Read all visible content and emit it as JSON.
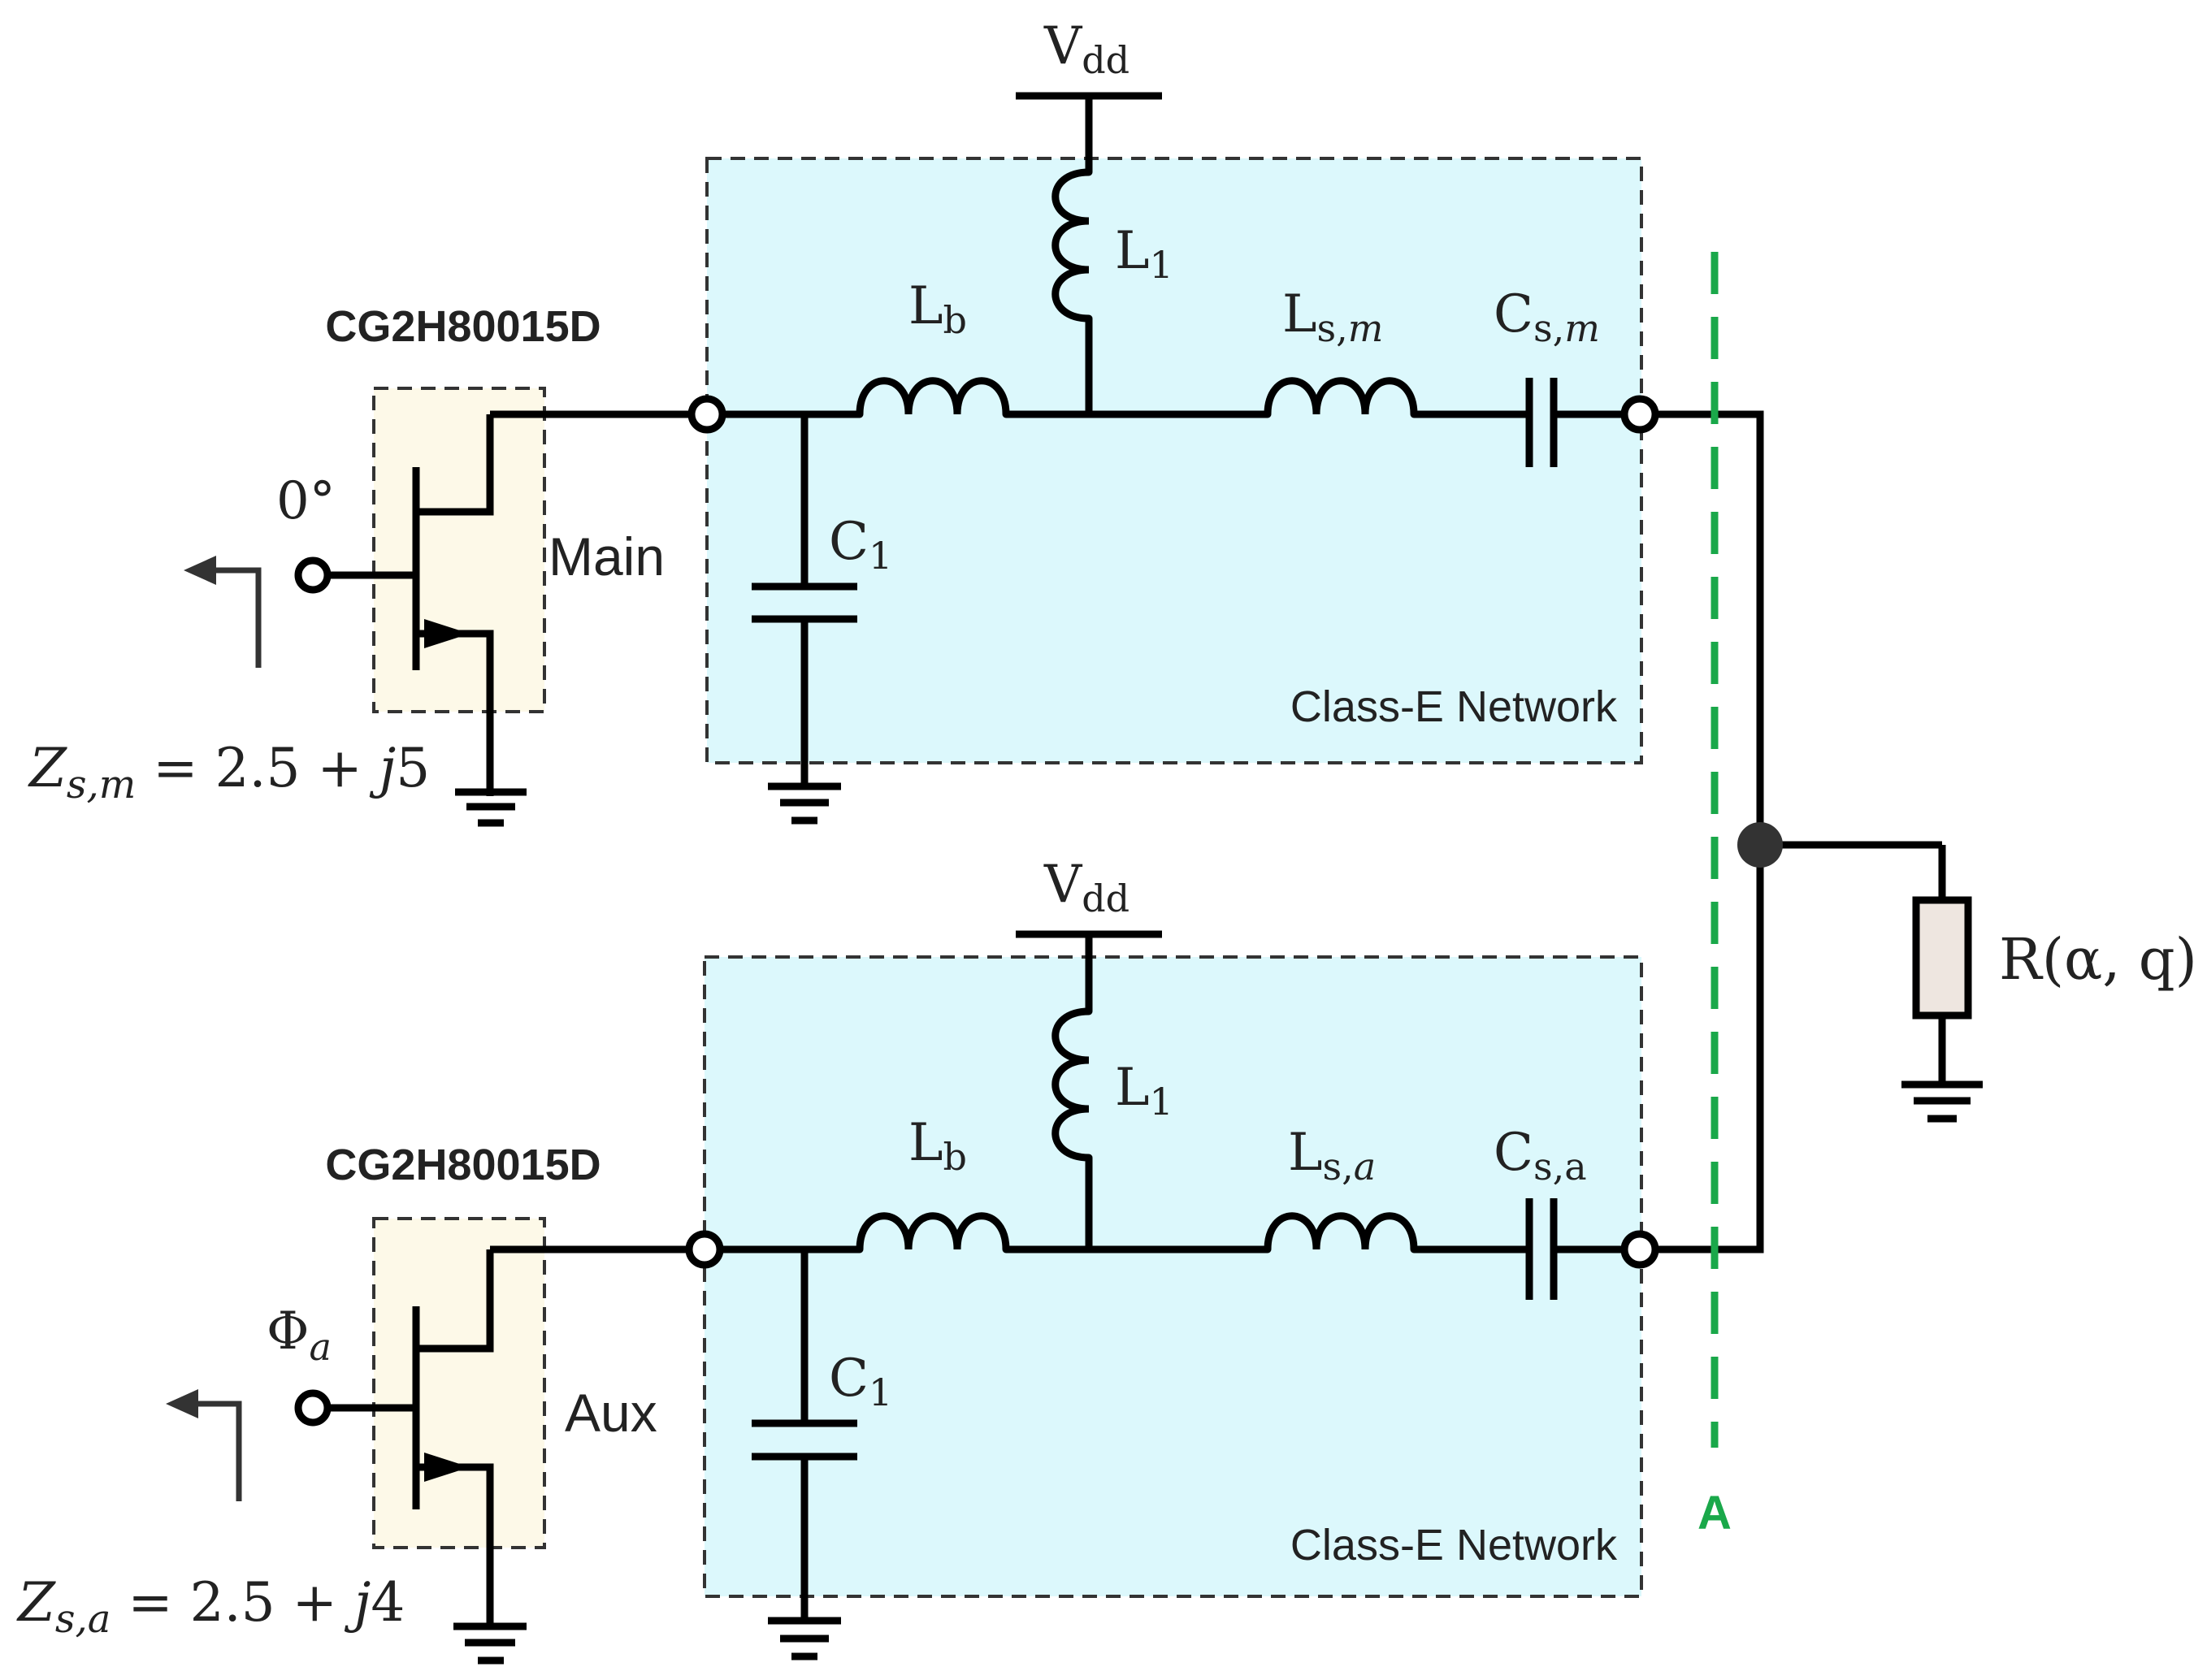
{
  "colors": {
    "network_fill": "#dcf8fc",
    "device_fill": "#fdf9e8",
    "reference_plane": "#1aa84a",
    "resistor_fill": "#eee6e0",
    "wire": "#000000"
  },
  "main": {
    "device_label": "CG2H80015D",
    "role": "Main",
    "input_phase": "0°",
    "source_impedance": {
      "symbol": "Z",
      "sub": "s,m",
      "rhs": " = 2.5 + ",
      "j": "j",
      "im": "5"
    },
    "network_label": "Class-E Network",
    "supply": {
      "main": "V",
      "sub": "dd"
    },
    "L1": {
      "main": "L",
      "sub": "1"
    },
    "Lb": {
      "main": "L",
      "sub": "b"
    },
    "C1": {
      "main": "C",
      "sub": "1"
    },
    "Ls": {
      "main": "L",
      "sub_a": "s,",
      "sub_b": "m"
    },
    "Cs": {
      "main": "C",
      "sub_a": "s,",
      "sub_b": "m"
    }
  },
  "aux": {
    "device_label": "CG2H80015D",
    "role": "Aux",
    "input_phase": {
      "main": "Φ",
      "sub": "a"
    },
    "source_impedance": {
      "symbol": "Z",
      "sub": "s,a",
      "rhs": " = 2.5 + ",
      "j": "j",
      "im": "4"
    },
    "network_label": "Class-E Network",
    "supply": {
      "main": "V",
      "sub": "dd"
    },
    "L1": {
      "main": "L",
      "sub": "1"
    },
    "Lb": {
      "main": "L",
      "sub": "b"
    },
    "C1": {
      "main": "C",
      "sub": "1"
    },
    "Ls": {
      "main": "L",
      "sub_a": "s,",
      "sub_b": "a"
    },
    "Cs": {
      "main": "C",
      "sub_a": "s,a"
    }
  },
  "load": {
    "label": "R(α, q)"
  },
  "reference_plane": {
    "label": "A"
  }
}
